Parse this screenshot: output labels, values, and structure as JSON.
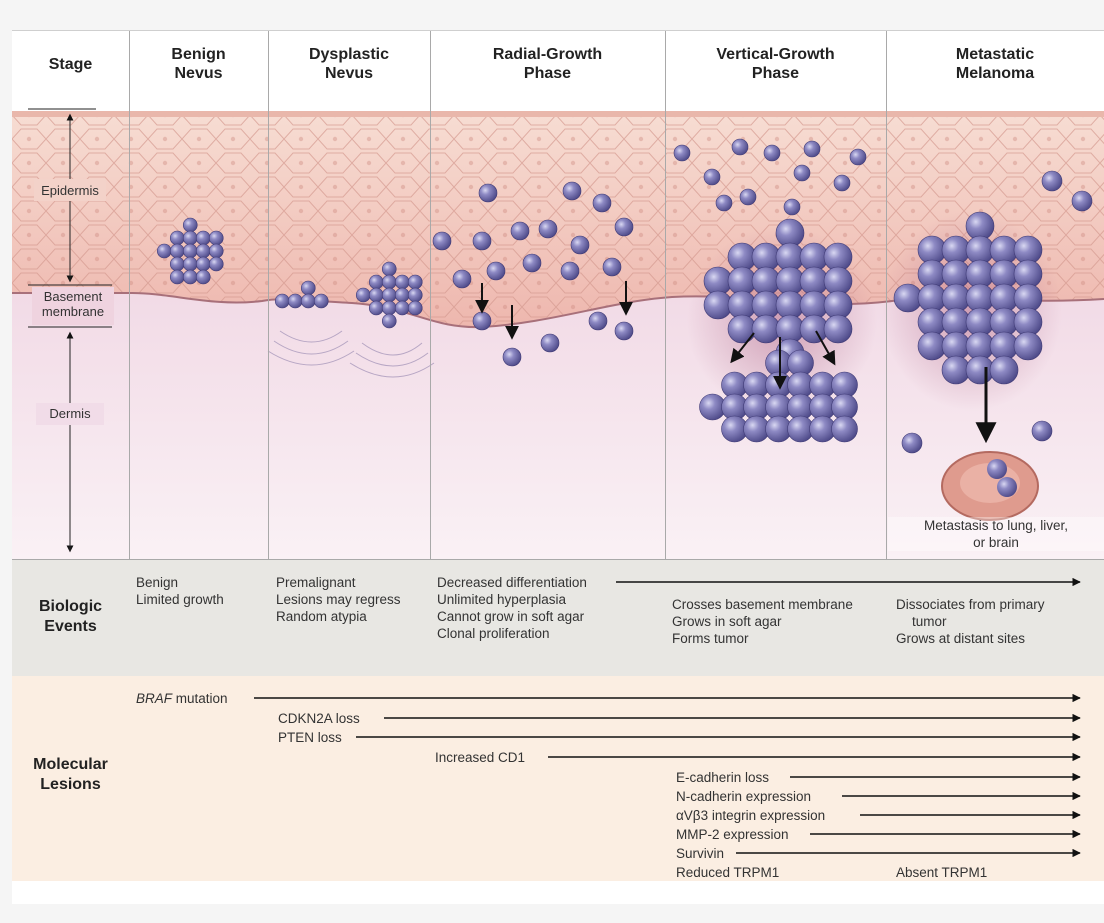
{
  "stages": {
    "stage_label": "Stage",
    "benign_1": "Benign",
    "benign_2": "Nevus",
    "dysplastic_1": "Dysplastic",
    "dysplastic_2": "Nevus",
    "radial_1": "Radial-Growth",
    "radial_2": "Phase",
    "vertical_1": "Vertical-Growth",
    "vertical_2": "Phase",
    "metastatic_1": "Metastatic",
    "metastatic_2": "Melanoma"
  },
  "layers": {
    "epidermis": "Epidermis",
    "basement_1": "Basement",
    "basement_2": "membrane",
    "dermis": "Dermis"
  },
  "metastasis_caption_1": "Metastasis to lung, liver,",
  "metastasis_caption_2": "or brain",
  "biologic": {
    "label_1": "Biologic",
    "label_2": "Events",
    "benign": [
      "Benign",
      "Limited growth"
    ],
    "dysplastic": [
      "Premalignant",
      "Lesions may regress",
      "Random atypia"
    ],
    "radial": [
      "Decreased differentiation",
      "Unlimited  hyperplasia",
      "Cannot grow in soft agar",
      "Clonal proliferation"
    ],
    "vertical": [
      "Crosses basement membrane",
      "Grows in soft agar",
      "Forms tumor"
    ],
    "metastatic": [
      "Dissociates from primary",
      "tumor",
      "Grows at distant sites"
    ]
  },
  "molecular": {
    "label_1": "Molecular",
    "label_2": "Lesions",
    "braf_italic": "BRAF",
    "braf_rest": " mutation",
    "cdkn2a": "CDKN2A loss",
    "pten": "PTEN loss",
    "cd1": "Increased CD1",
    "ecadherin": "E-cadherin loss",
    "ncadherin": "N-cadherin expression",
    "integrin": "αVβ3 integrin expression",
    "mmp2": "MMP-2 expression",
    "survivin": "Survivin",
    "reduced_trpm1": "Reduced TRPM1",
    "absent_trpm1": "Absent TRPM1"
  },
  "colors": {
    "epidermis": "#f2c4bb",
    "dermis_top": "#efd0e0",
    "dermis_bottom": "#f8eef3",
    "biologic_bg": "#e8e7e3",
    "molecular_bg": "#fbeee2",
    "cell_body": "#6e6aa8",
    "divider": "#a9a9a9"
  }
}
